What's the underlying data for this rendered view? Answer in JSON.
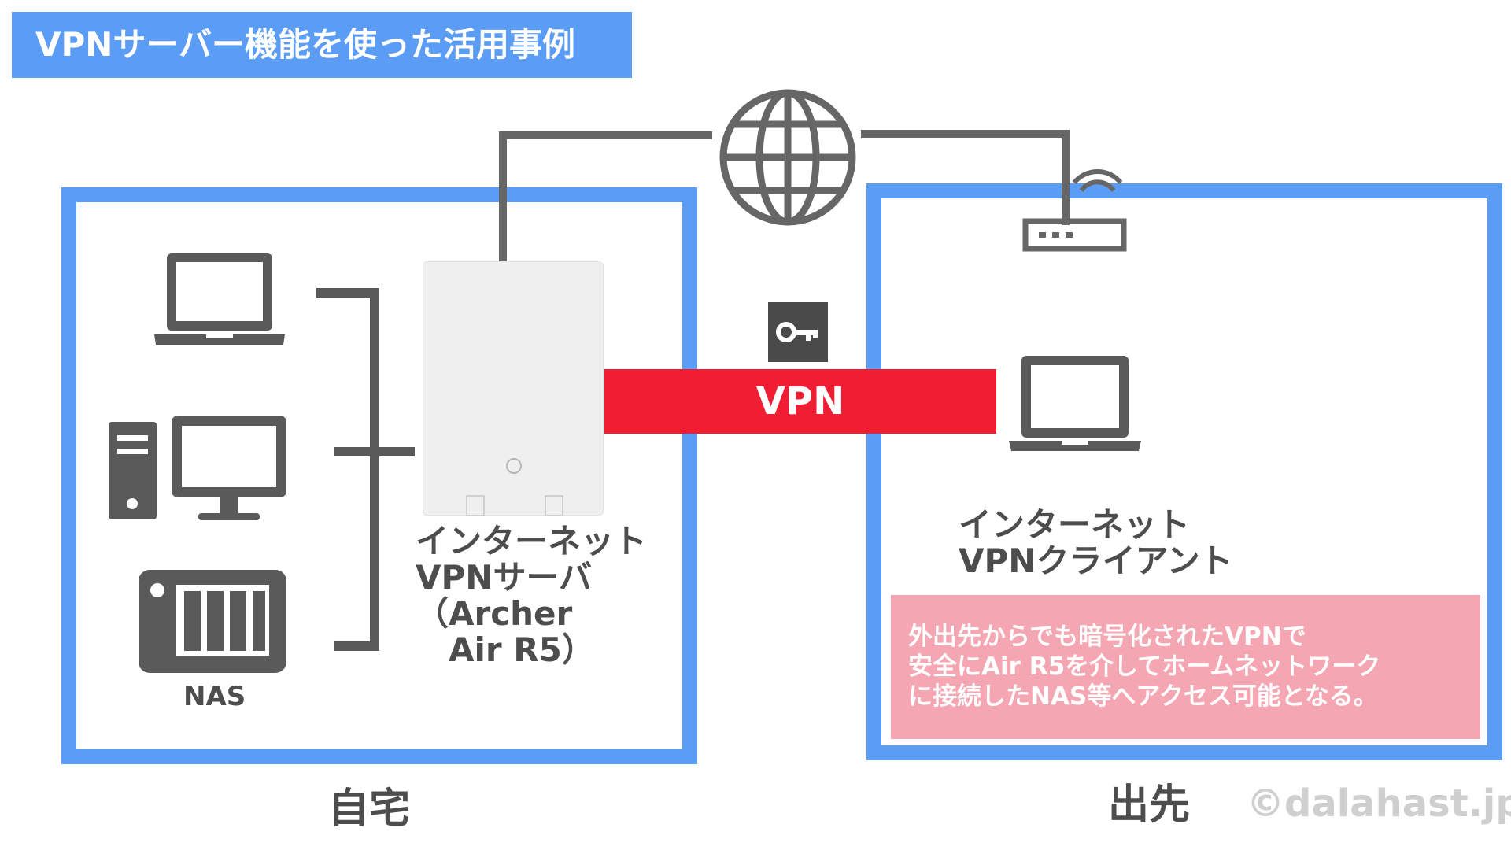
{
  "title": "VPNサーバー機能を使った活用事例",
  "home": {
    "label": "自宅",
    "router_lines": [
      "インターネット",
      "VPNサーバ",
      "（Archer",
      "　Air R5）"
    ],
    "nas_label": "NAS"
  },
  "away": {
    "label": "出先",
    "client_lines": [
      "インターネット",
      "VPNクライアント"
    ]
  },
  "tunnel": {
    "label": "VPN"
  },
  "note": {
    "lines": [
      "外出先からでも暗号化されたVPNで",
      "安全にAir R5を介してホームネットワーク",
      "に接続したNAS等へアクセス可能となる。"
    ]
  },
  "copyright": "©dalahast.jp",
  "colors": {
    "zone_border": "#5b9df5",
    "tunnel": "#f01e32",
    "note_bg": "#f4a7b2",
    "icon_gray": "#5a5a5a",
    "line_gray": "#666666"
  },
  "icons": [
    "globe-icon",
    "key-icon",
    "laptop-icon",
    "desktop-icon",
    "nas-icon",
    "wifi-router-icon"
  ]
}
